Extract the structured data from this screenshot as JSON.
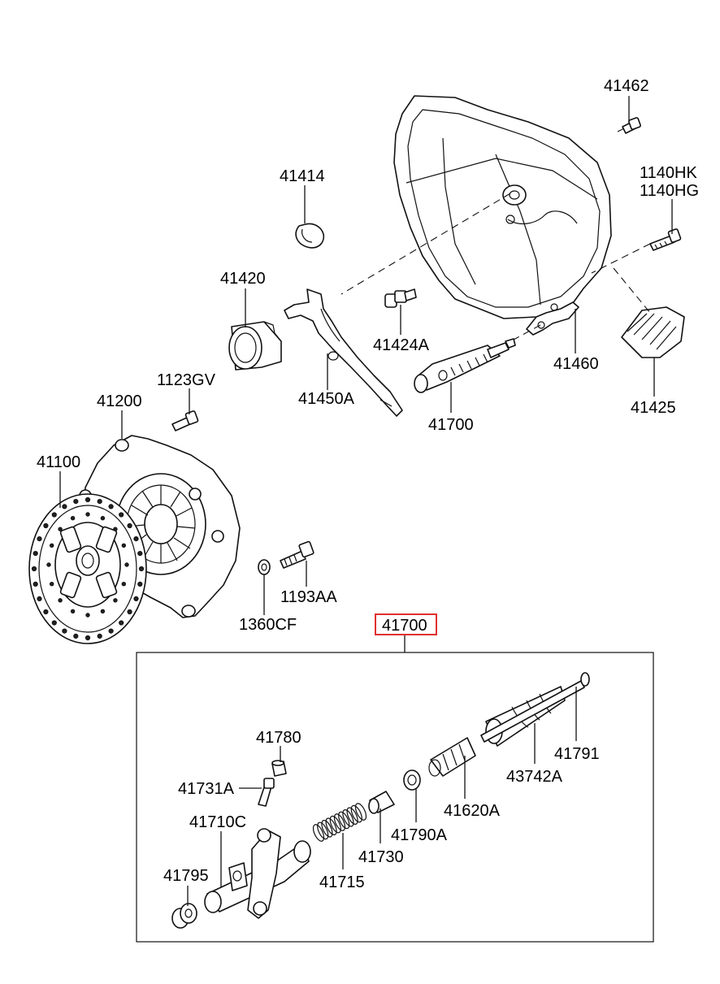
{
  "labels": {
    "p41462": "41462",
    "p41414": "41414",
    "p1140HK": "1140HK",
    "p1140HG": "1140HG",
    "p41420": "41420",
    "p41424A": "41424A",
    "p41460": "41460",
    "p41425": "41425",
    "p1123GV": "1123GV",
    "p41450A": "41450A",
    "p41700_top": "41700",
    "p41200": "41200",
    "p41100": "41100",
    "p1193AA": "1193AA",
    "p1360CF": "1360CF",
    "p41700_box": "41700",
    "p41780": "41780",
    "p41791": "41791",
    "p41731A": "41731A",
    "p43742A": "43742A",
    "p41620A": "41620A",
    "p41710C": "41710C",
    "p41790A": "41790A",
    "p41730": "41730",
    "p41795": "41795",
    "p41715": "41715"
  },
  "highlight": {
    "color": "#e03030",
    "label_ref": "p41700_box"
  }
}
